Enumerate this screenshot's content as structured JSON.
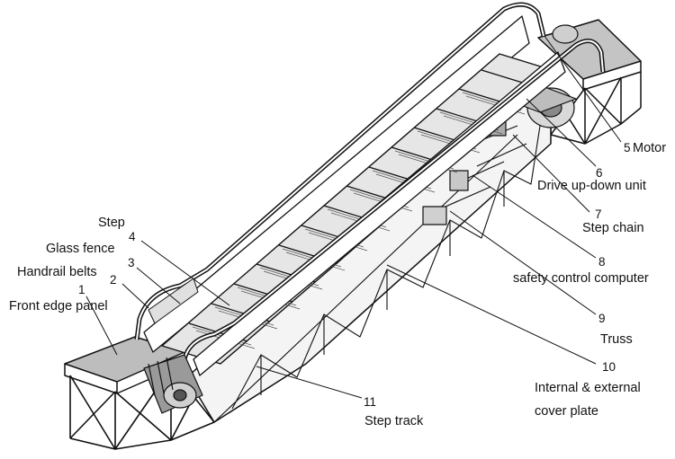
{
  "parts": [
    {
      "num": "1",
      "name": "Front edge panel"
    },
    {
      "num": "2",
      "name": "Handrail belts"
    },
    {
      "num": "3",
      "name": "Glass fence"
    },
    {
      "num": "4",
      "name": "Step"
    },
    {
      "num": "5",
      "name": "Motor"
    },
    {
      "num": "6",
      "name": "Drive up-down unit"
    },
    {
      "num": "7",
      "name": "Step chain"
    },
    {
      "num": "8",
      "name": "safety control computer"
    },
    {
      "num": "9",
      "name": "Truss"
    },
    {
      "num": "10",
      "name": "Internal & external"
    },
    {
      "num": "11",
      "name": "Step track"
    }
  ],
  "extra": {
    "cover_line2": "cover plate"
  }
}
